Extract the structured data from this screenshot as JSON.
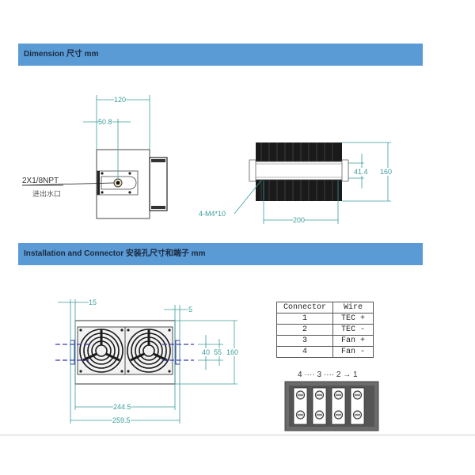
{
  "sections": {
    "dimension": {
      "title": "Dimension 尺寸 mm"
    },
    "installation": {
      "title": "Installation and Connector 安装孔尺寸和端子 mm"
    }
  },
  "front_view": {
    "dim_width": "120",
    "dim_offset": "50.8",
    "port_label": "2X1/8NPT",
    "port_label_cn": "进出水口"
  },
  "side_view": {
    "screw_label": "4-M4*10",
    "dim_length": "200",
    "dim_height": "160",
    "dim_gap": "41.4"
  },
  "install_view": {
    "dim_left_flange": "15",
    "dim_right_flange": "5",
    "dim_inner": "244.5",
    "dim_outer": "259.5",
    "dim_hole_a": "40",
    "dim_hole_b": "55",
    "dim_height": "160"
  },
  "connector_table": {
    "headers": [
      "Connector",
      "Wire"
    ],
    "rows": [
      [
        "1",
        "TEC +"
      ],
      [
        "2",
        "TEC -"
      ],
      [
        "3",
        "Fan +"
      ],
      [
        "4",
        "Fan -"
      ]
    ]
  },
  "terminal_block": {
    "pin_order": "4 ···· 3 ···· 2 → 1"
  },
  "colors": {
    "header_bar": "#5b9bd5",
    "dimension_line": "#3a9e9a",
    "mount_line": "#3b3bb0"
  }
}
